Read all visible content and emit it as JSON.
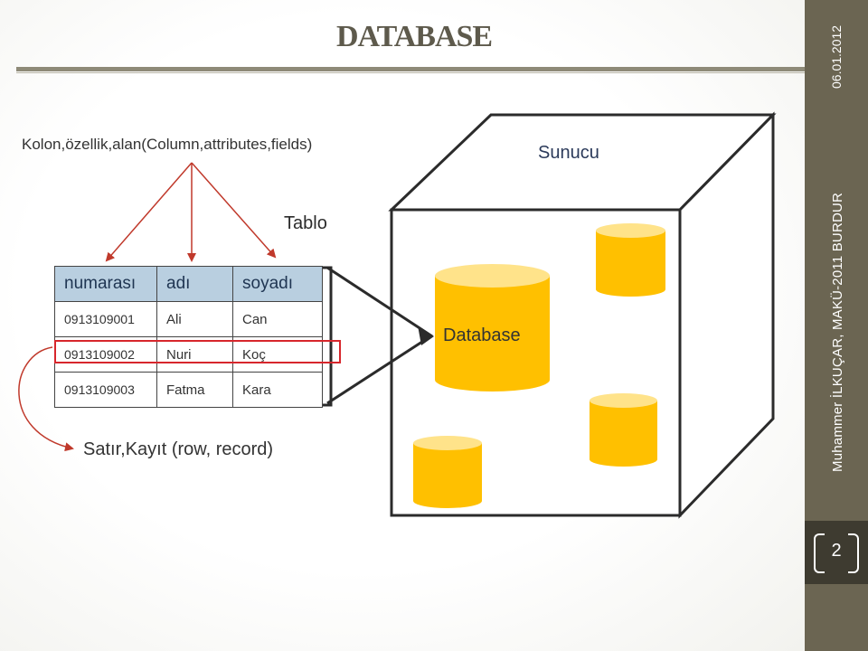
{
  "title": "DATABASE",
  "sidebar": {
    "date": "06.01.2012",
    "author": "Muhammer İLKUÇAR, MAKÜ-2011 BURDUR",
    "page_number": "2"
  },
  "labels": {
    "columns": "Kolon,özellik,alan(Column,attributes,fields)",
    "server": "Sunucu",
    "table": "Tablo",
    "rows": "Satır,Kayıt (row, record)",
    "database": "Database"
  },
  "table": {
    "headers": [
      "numarası",
      "adı",
      "soyadı"
    ],
    "rows": [
      [
        "0913109001",
        "Ali",
        "Can"
      ],
      [
        "0913109002",
        "Nuri",
        "Koç"
      ],
      [
        "0913109003",
        "Fatma",
        "Kara"
      ]
    ],
    "highlighted_row": 1
  },
  "colors": {
    "highlight": "#d7262c",
    "arrow": "#c0392b",
    "cylinder": "#ffc000",
    "header_fill": "#b9cfe0",
    "sidebar": "#6b6552"
  }
}
